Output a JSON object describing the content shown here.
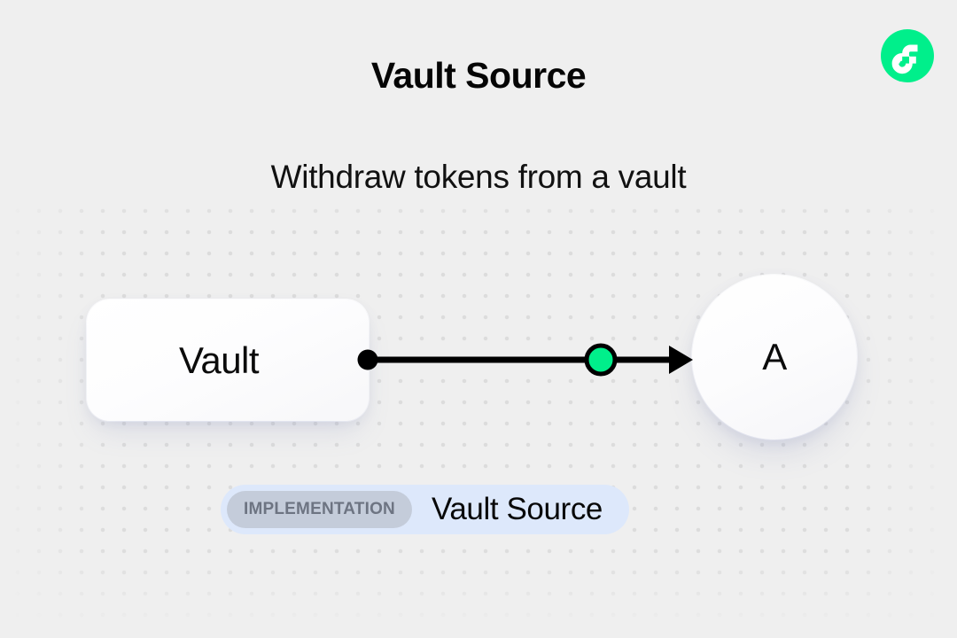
{
  "header": {
    "title": "Vault Source",
    "subtitle": "Withdraw tokens from a vault"
  },
  "brand": {
    "logo_icon": "flow-logo-icon",
    "logo_bg_color": "#00EF8B",
    "logo_mark_color": "#FFFFFF"
  },
  "diagram": {
    "source_node": {
      "label": "Vault",
      "shape": "rounded-rectangle",
      "port_icon": "connector-dot-icon",
      "port_color": "#000000"
    },
    "edge": {
      "handle_icon": "edge-handle-dot-icon",
      "handle_color": "#00EF8B",
      "line_color": "#000000",
      "arrow_icon": "arrow-right-icon",
      "direction": "source-to-target"
    },
    "target_node": {
      "label": "A",
      "shape": "circle"
    }
  },
  "badge": {
    "tag": "IMPLEMENTATION",
    "name": "Vault Source",
    "background_color": "#DDE8FB",
    "tag_background_color": "#C4CCDA",
    "tag_text_color": "#6D7482"
  },
  "canvas": {
    "background_color": "#EFEFEF",
    "dot_color": "#DCDCDC"
  }
}
